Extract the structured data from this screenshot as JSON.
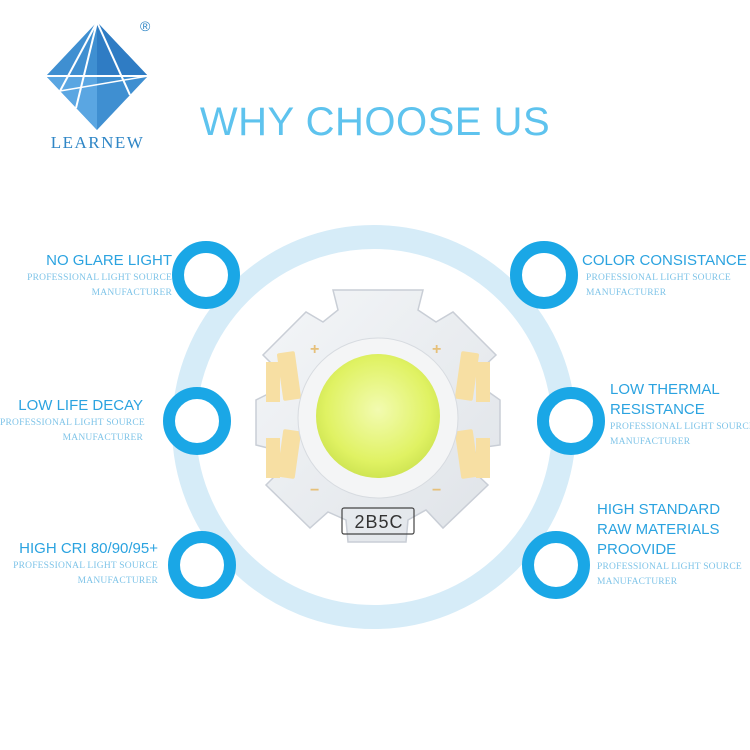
{
  "brand": {
    "name": "LEARNEW",
    "registered_mark": "®"
  },
  "title": "WHY CHOOSE US",
  "features_left": [
    {
      "title": "NO GLARE LIGHT",
      "sub1": "PROFESSIONAL LIGHT SOURCE",
      "sub2": "MANUFACTURER"
    },
    {
      "title": "LOW LIFE DECAY",
      "sub1": "PROFESSIONAL LIGHT SOURCE",
      "sub2": "MANUFACTURER"
    },
    {
      "title": "HIGH CRI 80/90/95+",
      "sub1": "PROFESSIONAL LIGHT SOURCE",
      "sub2": "MANUFACTURER"
    }
  ],
  "features_right": [
    {
      "title": "COLOR CONSISTANCE",
      "sub1": "PROFESSIONAL LIGHT SOURCE",
      "sub2": "MANUFACTURER"
    },
    {
      "title_line1": "LOW THERMAL",
      "title_line2": "RESISTANCE",
      "sub1": "PROFESSIONAL LIGHT SOURCE",
      "sub2": "MANUFACTURER"
    },
    {
      "title_line1": "HIGH STANDARD",
      "title_line2": "RAW MATERIALS",
      "title_line3": "PROOVIDE",
      "sub1": "PROFESSIONAL LIGHT SOURCE",
      "sub2": "MANUFACTURER"
    }
  ],
  "product": {
    "model_label": "2B5C",
    "pad_plus": "+",
    "pad_minus": "−"
  },
  "colors": {
    "accent": "#1aa7e6",
    "title": "#5ec3ee",
    "ring_light": "#d6ecf8",
    "led_yellow": "#e4f56a"
  }
}
